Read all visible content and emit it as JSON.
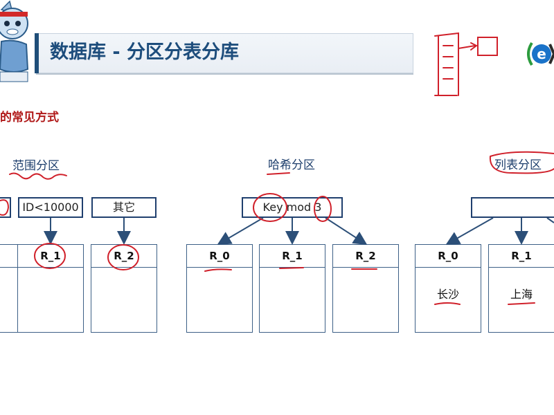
{
  "slide": {
    "title": "数据库 - 分区分表分库",
    "subtitle": "的常见方式"
  },
  "sections": {
    "range": {
      "title": "范围分区"
    },
    "hash": {
      "title": "哈希分区"
    },
    "list": {
      "title": "列表分区"
    }
  },
  "range_keys": [
    "ID<10000",
    "其它"
  ],
  "hash_key": "Key mod 3",
  "tables": {
    "range": [
      {
        "name": "R_1",
        "value": ""
      },
      {
        "name": "R_2",
        "value": ""
      }
    ],
    "hash": [
      {
        "name": "R_0",
        "value": ""
      },
      {
        "name": "R_1",
        "value": ""
      },
      {
        "name": "R_2",
        "value": ""
      }
    ],
    "list": [
      {
        "name": "R_0",
        "value": "长沙"
      },
      {
        "name": "R_1",
        "value": "上海"
      }
    ]
  },
  "colors": {
    "title": "#1d4d7c",
    "subtitle": "#b01818",
    "border": "#1f3f6e",
    "annotation": "#d0202a",
    "brand_logo": "#1a73c9"
  },
  "icons": {
    "mascot": "cartoon-cat-mascot",
    "logo": "e-logo",
    "sketch": "handwritten-box-arrow-sketch"
  }
}
